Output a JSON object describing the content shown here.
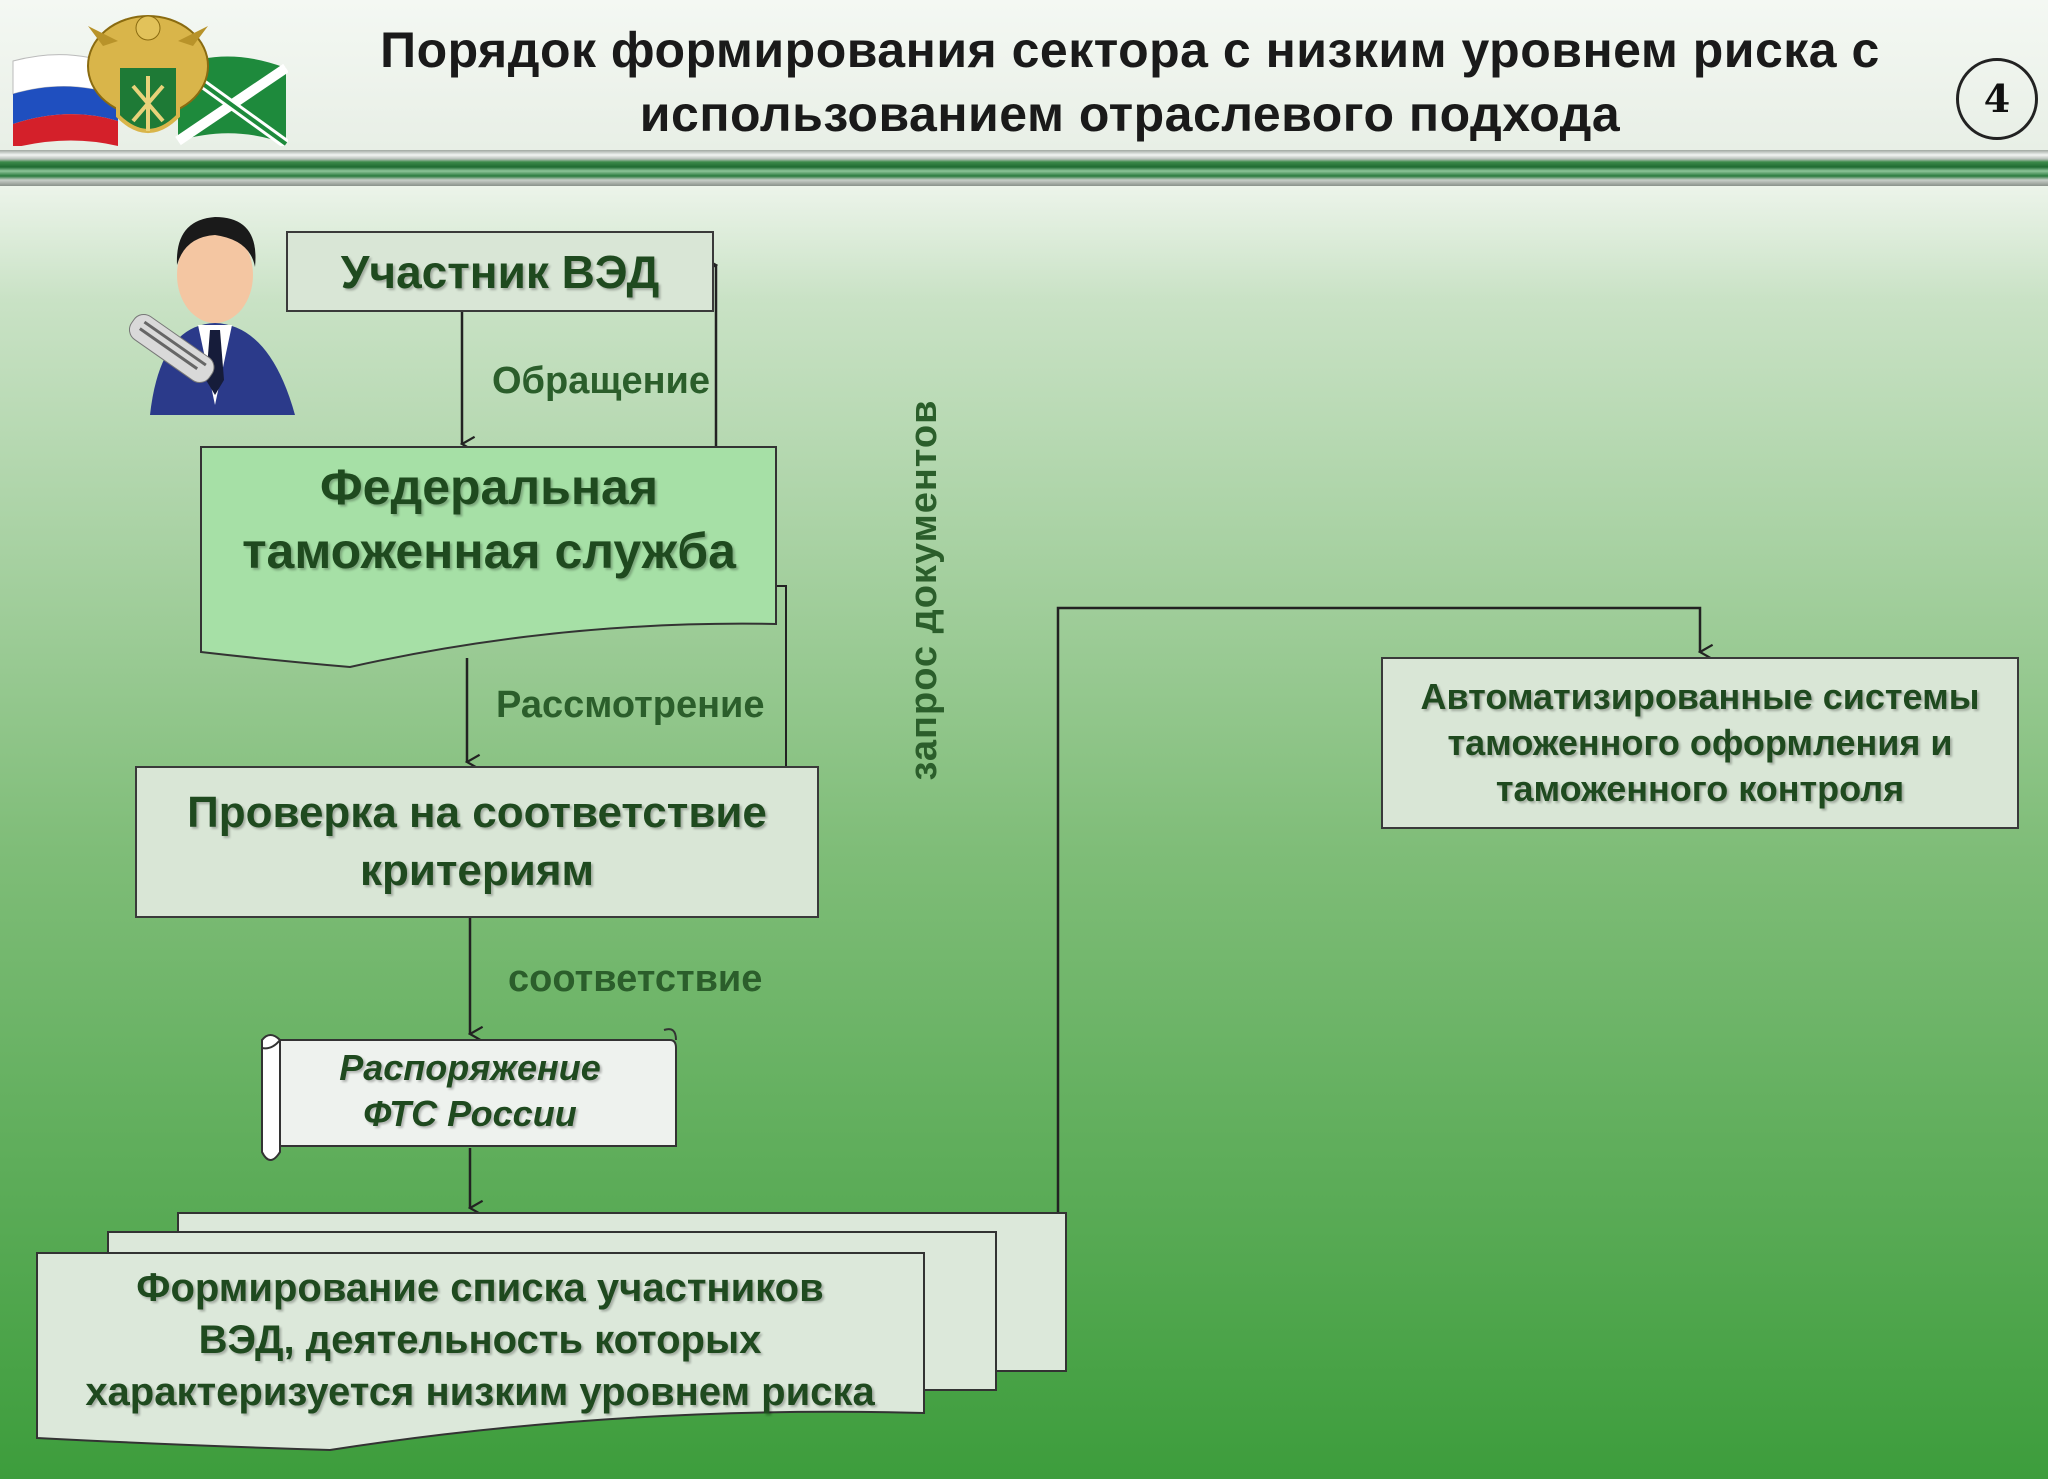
{
  "header": {
    "title_line1": "Порядок формирования сектора с низким уровнем риска   с",
    "title_line2": "использованием отраслевого подхода",
    "page_number": "4"
  },
  "nodes": {
    "participant": "Участник ВЭД",
    "fts_line1": "Федеральная",
    "fts_line2": "таможенная служба",
    "check_line1": "Проверка на соответствие",
    "check_line2": "критериям",
    "decree_line1": "Распоряжение",
    "decree_line2": "ФТС России",
    "automated_line1": "Автоматизированные системы",
    "automated_line2": "таможенного оформления и",
    "automated_line3": "таможенного контроля",
    "list_line1": "Формирование списка участников",
    "list_line2": "ВЭД, деятельность которых",
    "list_line3": "характеризуется низким уровнем риска"
  },
  "edges": {
    "appeal": "Обращение",
    "review": "Рассмотрение",
    "compliance": "соответствие",
    "document_request": "запрос  документов"
  },
  "icons": {
    "emblem": "customs-emblem-with-flags",
    "person": "businessman-with-newspaper"
  },
  "colors": {
    "node_fill": "#d9e6d6",
    "fts_fill": "#a6e0a6",
    "text_green": "#1f4a1f",
    "label_green": "#2b5e2b"
  }
}
